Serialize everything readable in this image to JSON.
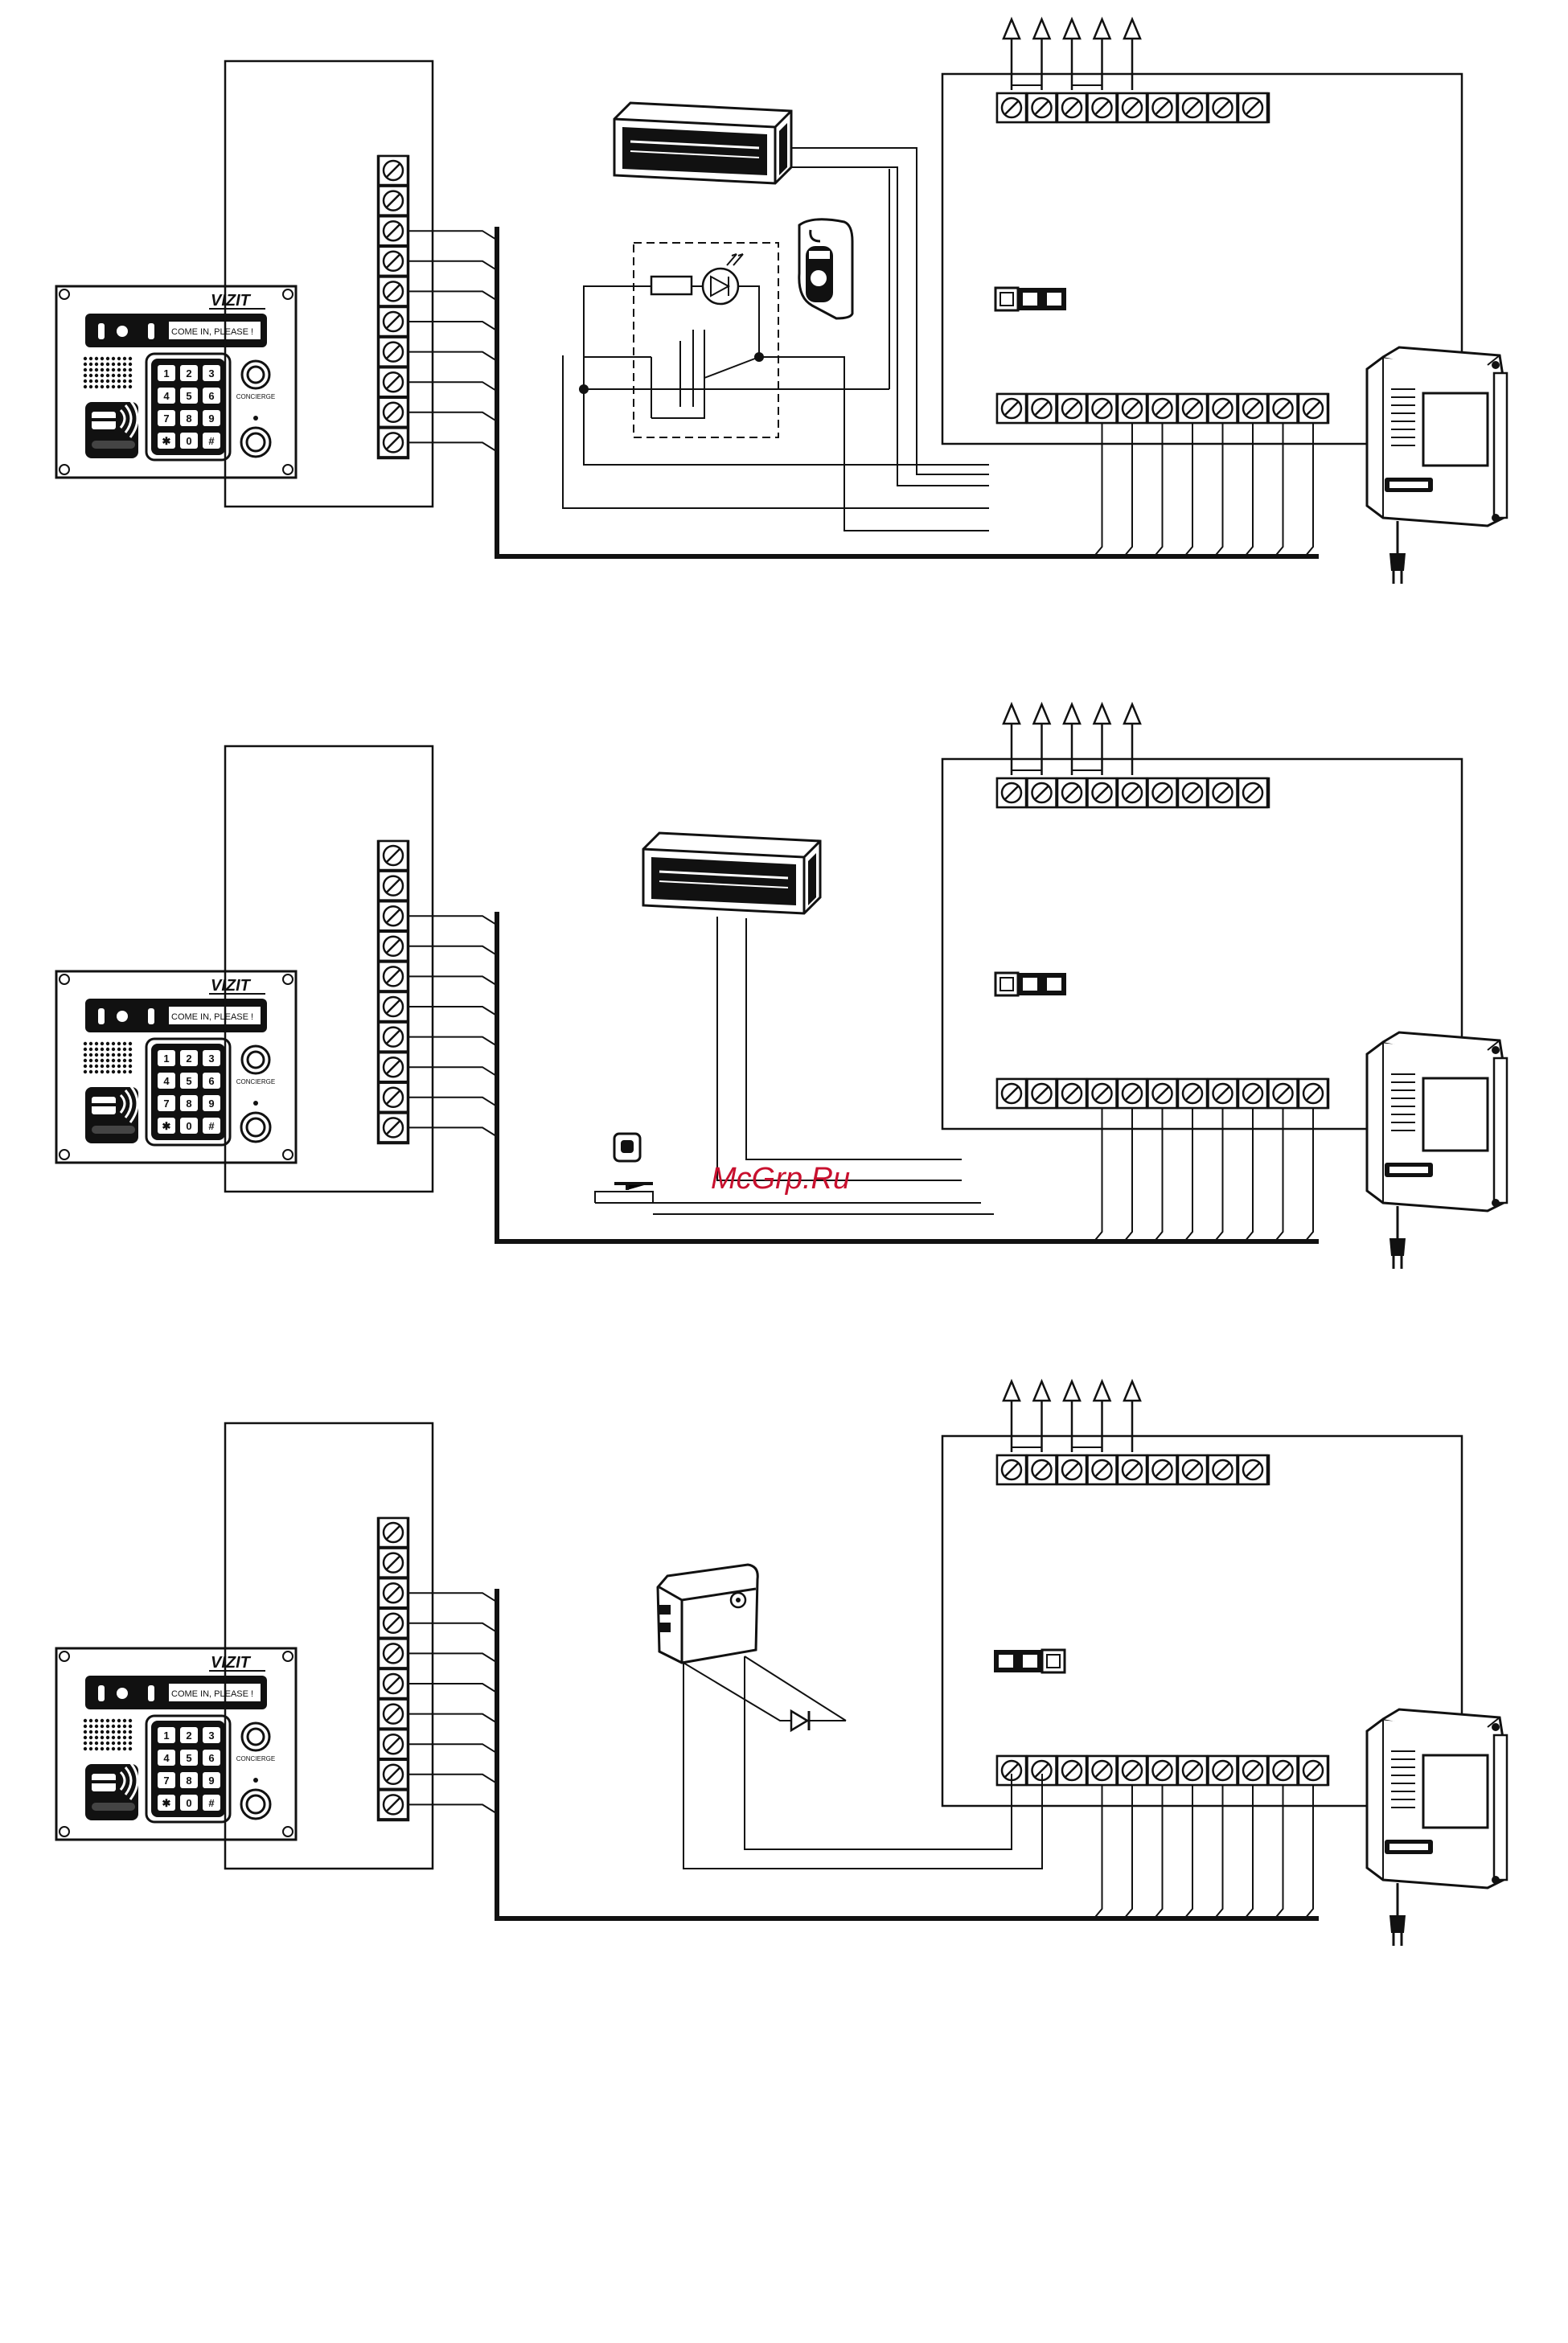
{
  "watermark": "McGrp.Ru",
  "panel": {
    "brand": "VIZIT",
    "display_text": "COME IN, PLEASE !",
    "keys": [
      "1",
      "2",
      "3",
      "4",
      "5",
      "6",
      "7",
      "8",
      "9",
      "✱",
      "0",
      "#"
    ],
    "concierge_label": "CONCIERGE"
  },
  "colors": {
    "line": "#111111",
    "watermark": "#c8102e",
    "background": "#ffffff"
  },
  "diagrams": [
    {
      "id": "top",
      "lock": "electromagnetic-lock",
      "exit_control": "proximity-reader-with-relay",
      "jumper_state": [
        "open",
        "closed",
        "closed"
      ]
    },
    {
      "id": "middle",
      "lock": "electromagnetic-lock",
      "exit_control": "exit-push-button",
      "jumper_state": [
        "open",
        "closed",
        "closed"
      ]
    },
    {
      "id": "bottom",
      "lock": "electromechanical-lock-with-diode",
      "exit_control": "none",
      "jumper_state": [
        "closed",
        "closed",
        "open"
      ]
    }
  ]
}
